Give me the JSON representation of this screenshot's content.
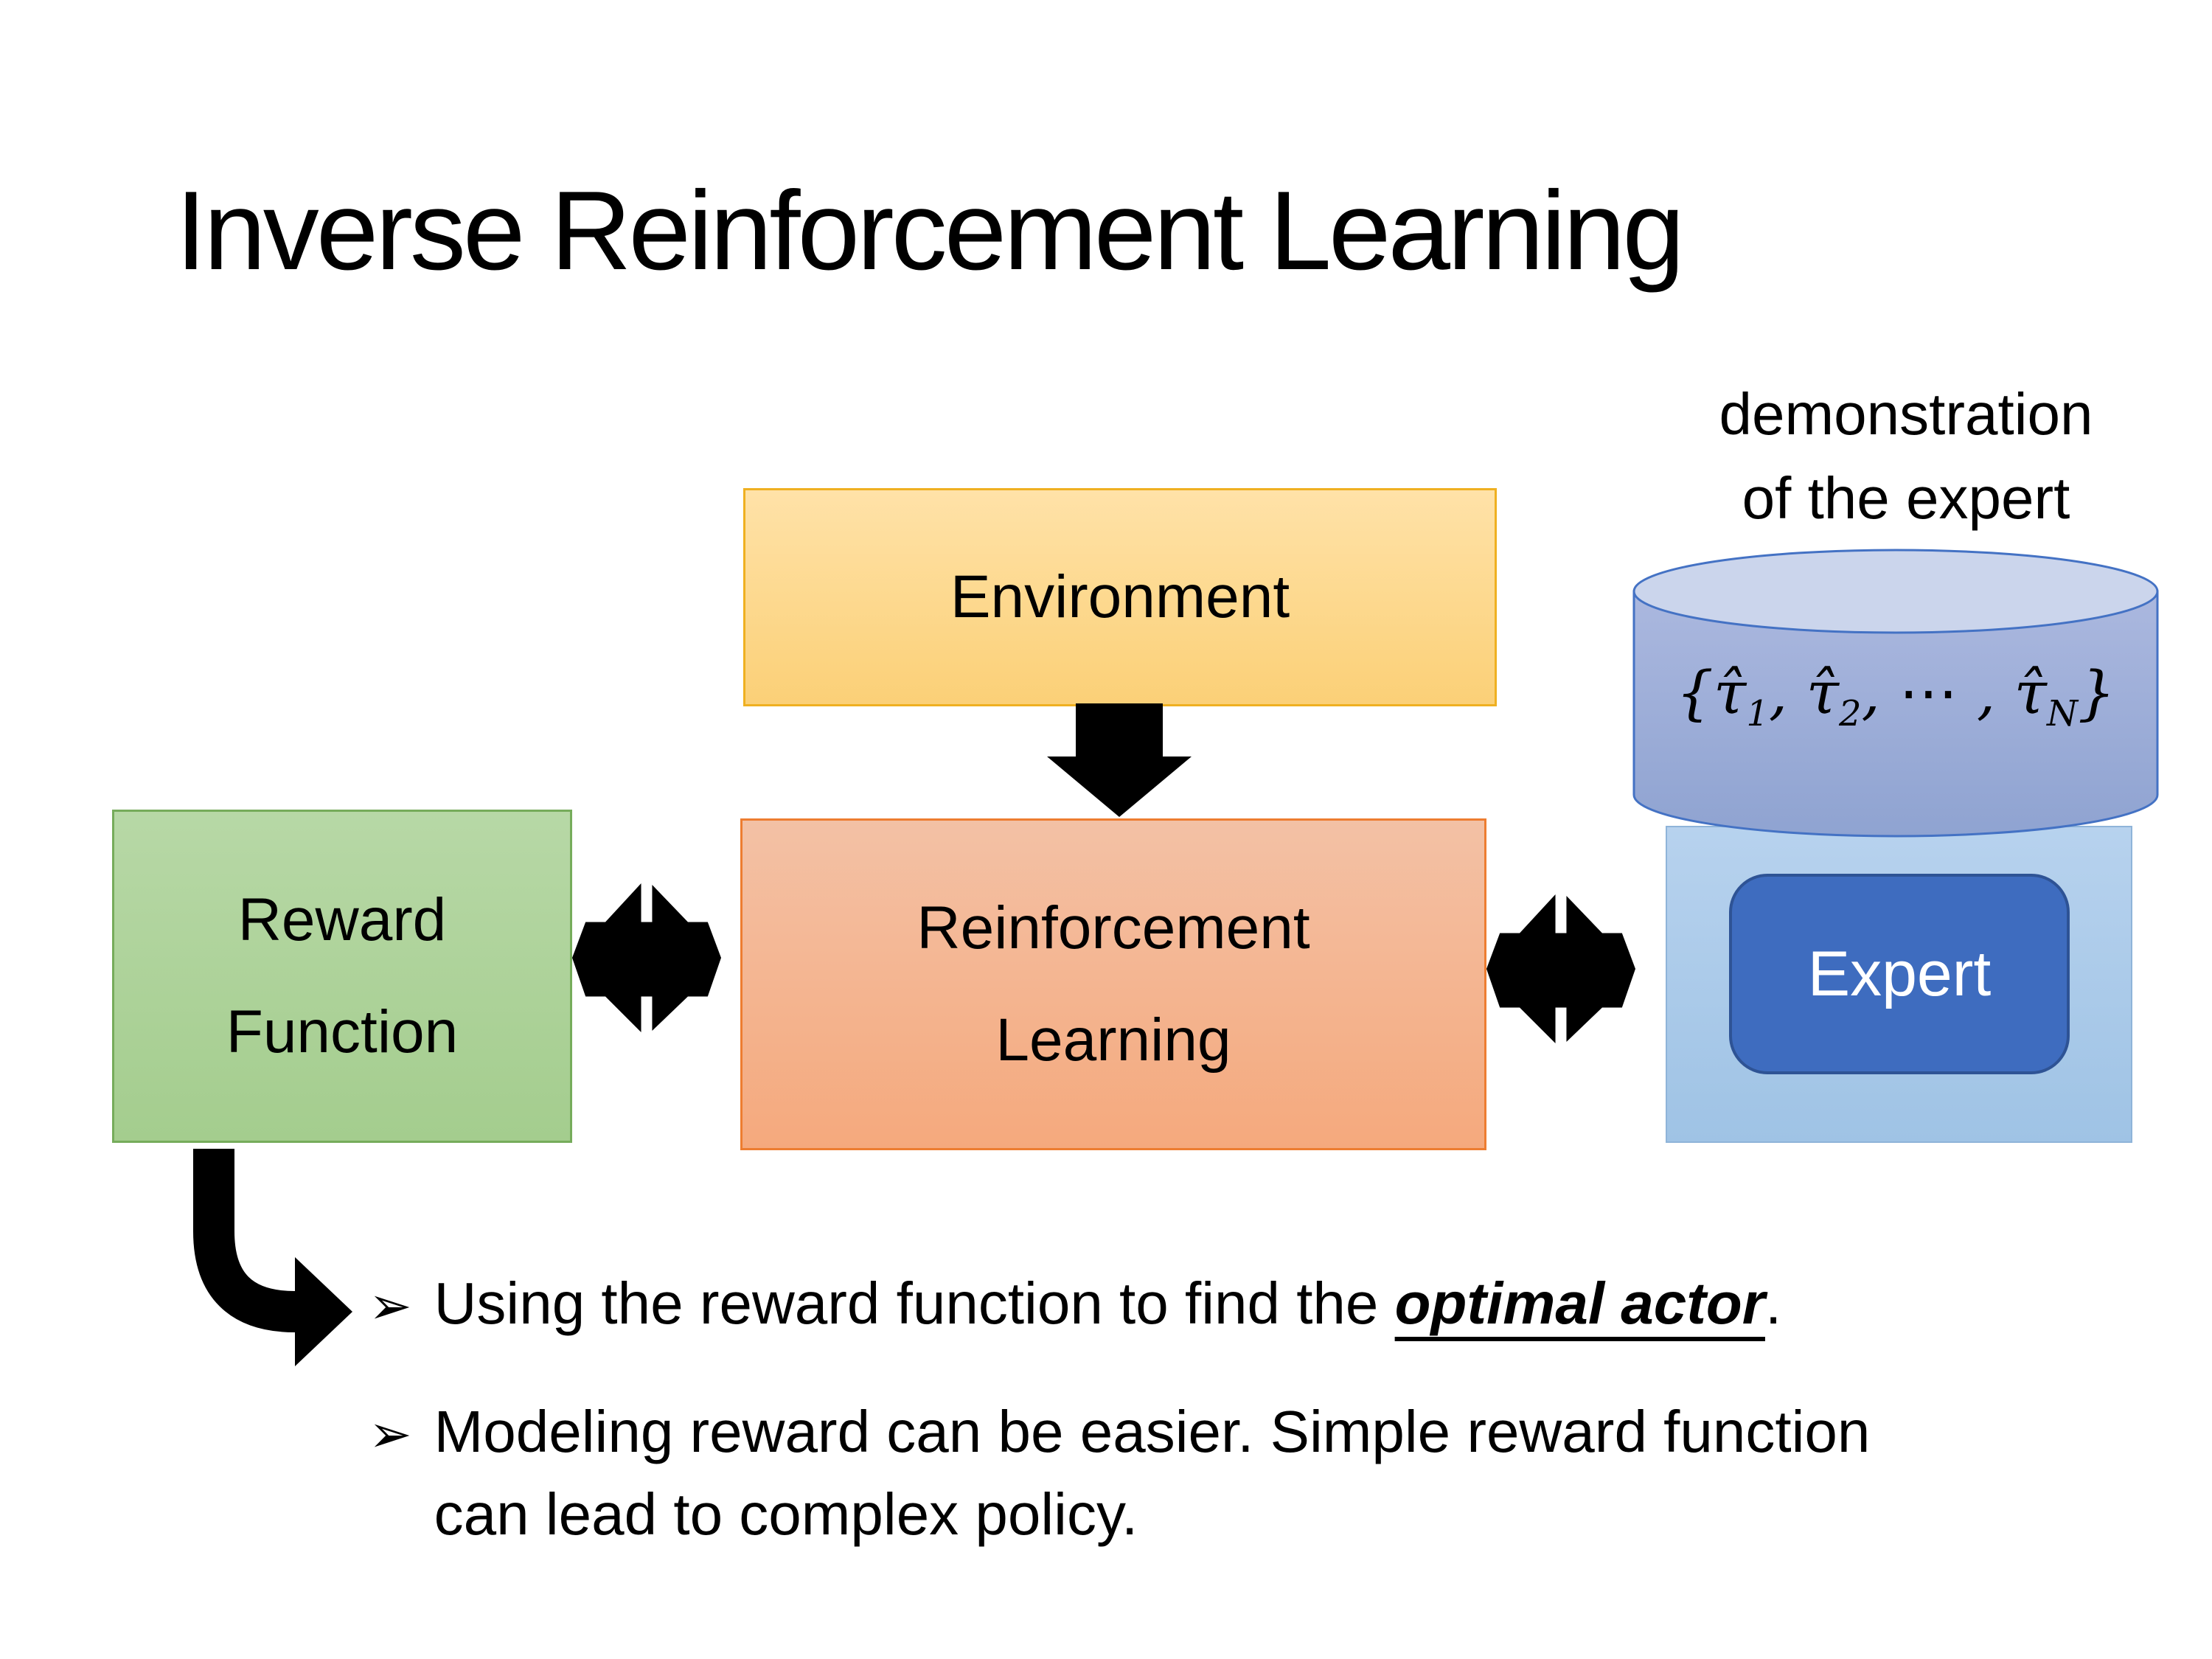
{
  "title": "Inverse Reinforcement Learning",
  "annotations": {
    "demo_line1": "demonstration",
    "demo_line2": "of the expert"
  },
  "boxes": {
    "environment": {
      "label": "Environment"
    },
    "reward": {
      "lines": [
        "Reward",
        "Function"
      ]
    },
    "rl": {
      "lines": [
        "Reinforcement",
        "Learning"
      ]
    },
    "expert": {
      "label": "Expert"
    }
  },
  "database": {
    "seg1": "{τ̂",
    "sub1": "1",
    "seg2": ", τ̂",
    "sub2": "2",
    "seg3": ", ⋯ , τ̂",
    "subN": "N",
    "seg4": "}"
  },
  "bullets": {
    "marker": "➢",
    "item1": {
      "before": "Using the reward function to find the ",
      "emphasis": "optimal actor",
      "after": "."
    },
    "item2": {
      "text": "Modeling reward can be easier. Simple reward function can lead to complex policy."
    }
  },
  "colors": {
    "text": "#000000",
    "arrow-black": "#000000",
    "env-fill-top": "#FFE2A8",
    "env-fill-bottom": "#FBD077",
    "env-border": "#EFB021",
    "rl-fill-top": "#F3C1A5",
    "rl-fill-bottom": "#F5A97D",
    "rl-border": "#ED7D31",
    "reward-fill-top": "#B7D8A6",
    "reward-fill-bottom": "#A4CD8E",
    "reward-border": "#76AC5B",
    "container-fill-top": "#B7D2EE",
    "container-fill-bottom": "#9FC3E5",
    "container-border": "#8FB4D9",
    "expertbox-fill": "#3E6CBF",
    "expertbox-border": "#2E5395",
    "cyl-fill-top": "#ABB8DF",
    "cyl-fill-bottom": "#8FA3D1",
    "cyl-top-fill": "#CBD5EC",
    "cyl-border": "#4472C4"
  }
}
